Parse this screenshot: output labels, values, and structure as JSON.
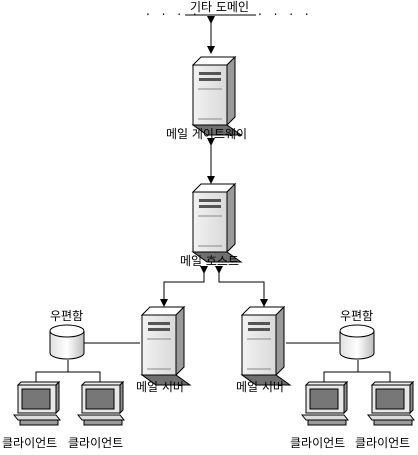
{
  "diagram": {
    "labels": {
      "other_domains": "기타 도메인",
      "mail_gateway": "메일 게이트웨이",
      "mail_host": "메일 호스트",
      "mailbox_left": "우편함",
      "mailbox_right": "우편함",
      "mail_server_left": "메일 서버",
      "mail_server_right": "메일 서버",
      "client_1": "클라이언트",
      "client_2": "클라이언트",
      "client_3": "클라이언트",
      "client_4": "클라이언트"
    }
  }
}
